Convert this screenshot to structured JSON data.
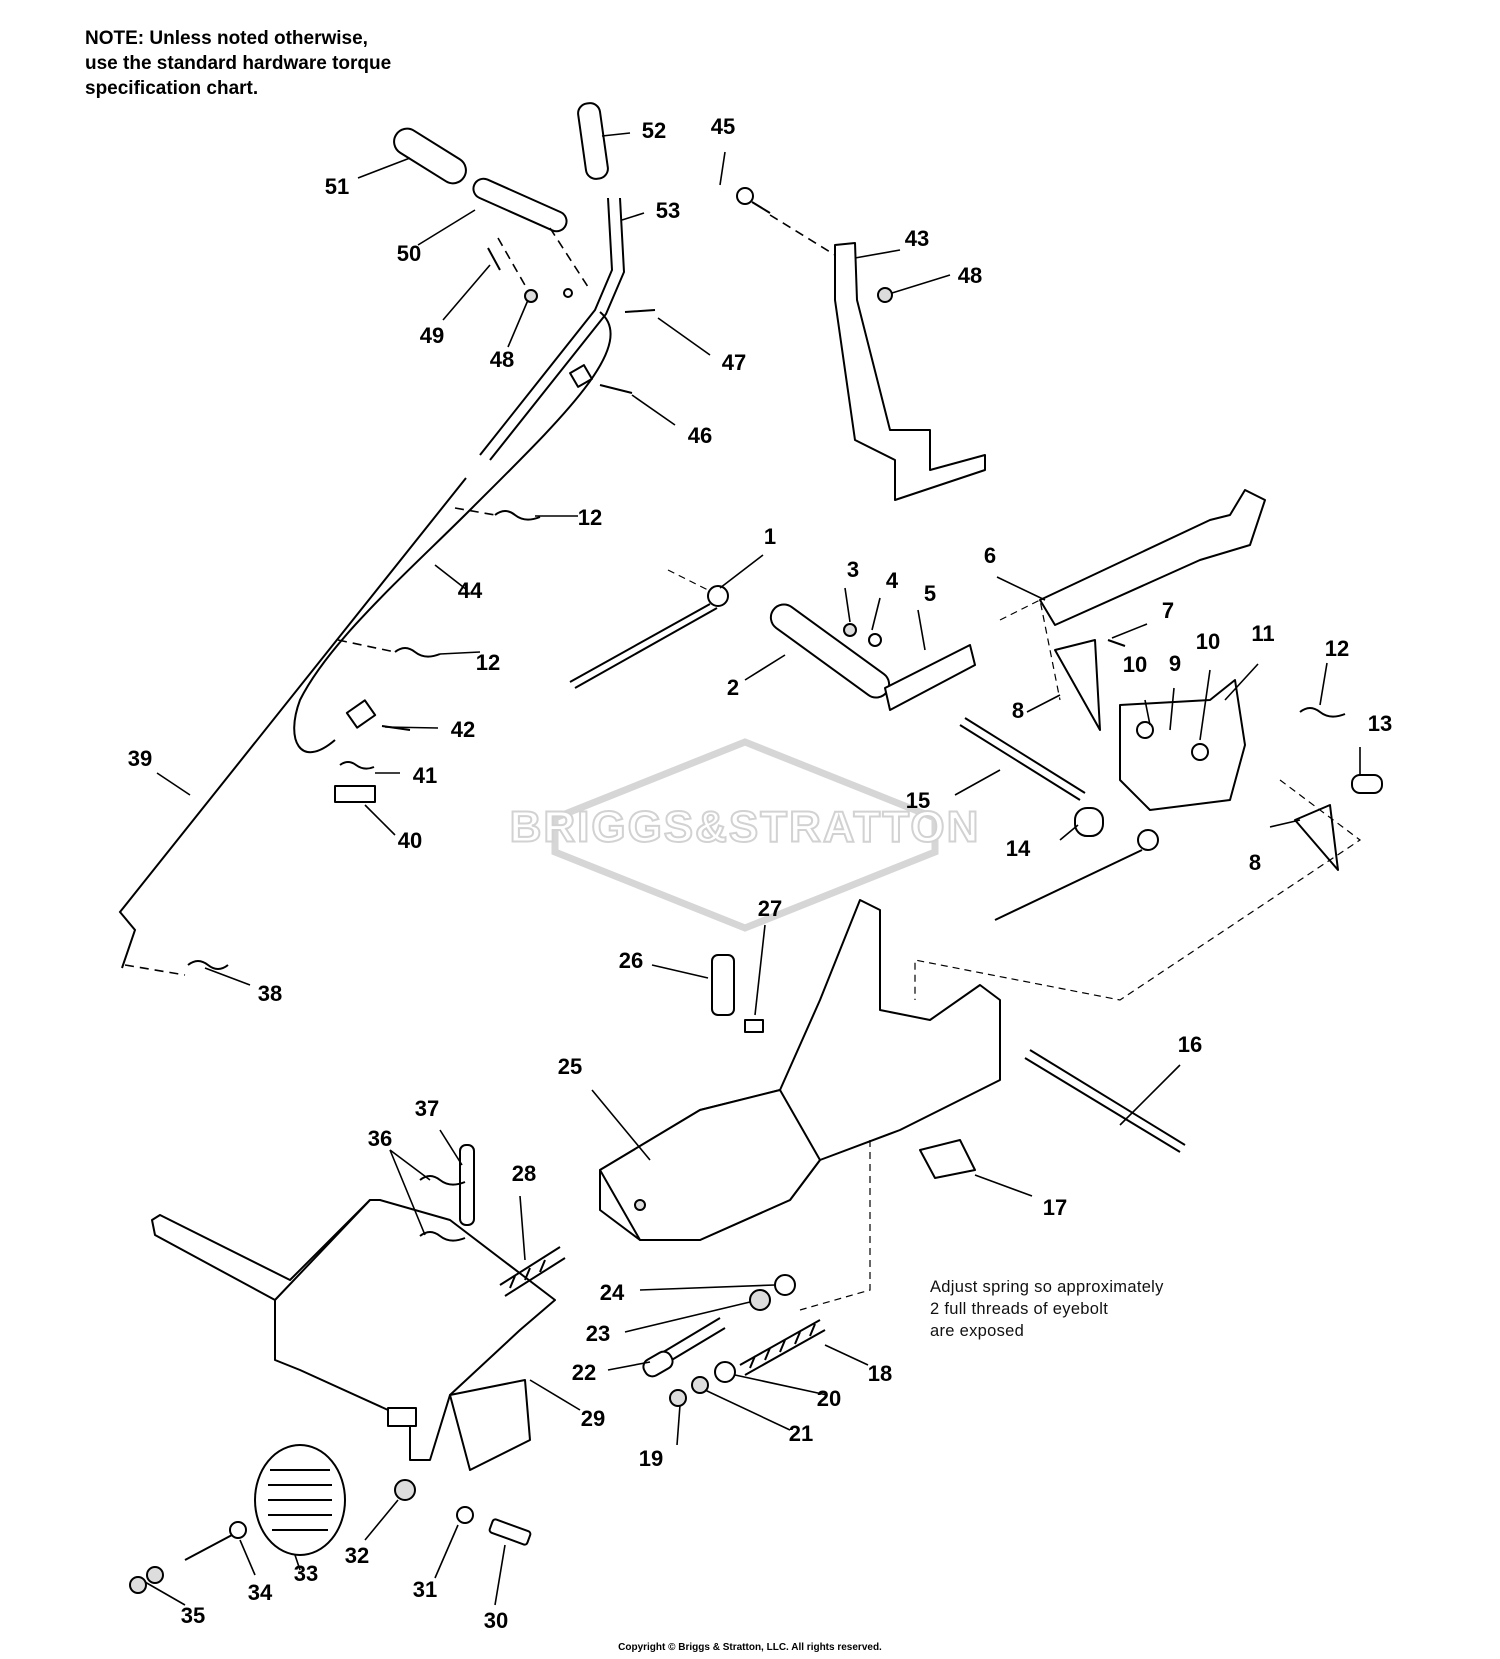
{
  "note": {
    "lines": [
      "NOTE: Unless noted otherwise,",
      "use the standard hardware torque",
      "specification chart."
    ]
  },
  "adjust_note": {
    "lines": [
      "Adjust spring so approximately",
      "2 full threads of eyebolt",
      "are exposed"
    ]
  },
  "watermark": "BRIGGS&STRATTON",
  "copyright": "Copyright © Briggs & Stratton, LLC. All rights reserved.",
  "callouts": [
    "1",
    "2",
    "3",
    "4",
    "5",
    "6",
    "7",
    "8",
    "8",
    "9",
    "10",
    "10",
    "11",
    "12",
    "12",
    "12",
    "13",
    "14",
    "15",
    "16",
    "17",
    "18",
    "19",
    "20",
    "21",
    "22",
    "23",
    "24",
    "25",
    "26",
    "27",
    "28",
    "29",
    "30",
    "31",
    "32",
    "33",
    "34",
    "35",
    "36",
    "37",
    "38",
    "39",
    "40",
    "41",
    "42",
    "43",
    "44",
    "45",
    "46",
    "47",
    "48",
    "48",
    "49",
    "50",
    "51",
    "52",
    "53"
  ]
}
